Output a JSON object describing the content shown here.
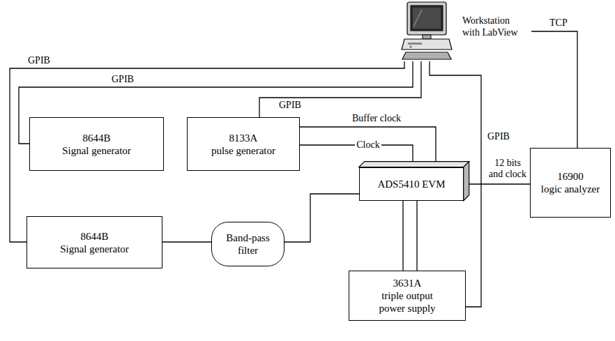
{
  "diagram": {
    "nodes": [
      {
        "text": [
          "Workstation with LabView"
        ]
      },
      {
        "text": [
          "8644B",
          "Signal generator"
        ]
      },
      {
        "text": [
          "8133A",
          "pulse generator"
        ]
      },
      {
        "text": [
          "ADS5410 EVM"
        ]
      },
      {
        "text": [
          "16900",
          "logic analyzer"
        ]
      },
      {
        "text": [
          "8644B",
          "Signal generator"
        ]
      },
      {
        "text": [
          "Band-pass filter"
        ]
      },
      {
        "text": [
          "3631A",
          "triple output power supply"
        ]
      }
    ],
    "edges": [
      {
        "from": 0,
        "to": 5,
        "arrow": "none",
        "label": "GPIB"
      },
      {
        "from": 0,
        "to": 1,
        "arrow": "none",
        "label": "GPIB"
      },
      {
        "from": 0,
        "to": 2,
        "arrow": "none",
        "label": "GPIB"
      },
      {
        "from": 0,
        "to": 7,
        "arrow": "none",
        "label": "GPIB"
      },
      {
        "from": 0,
        "to": 4,
        "arrow": "none",
        "label": "TCP"
      },
      {
        "from": 2,
        "to": 3,
        "arrow": "none",
        "label": "Buffer clock"
      },
      {
        "from": 2,
        "to": 3,
        "arrow": "none",
        "label": "Clock"
      },
      {
        "from": 5,
        "to": 6,
        "arrow": "none"
      },
      {
        "from": 6,
        "to": 3,
        "arrow": "none"
      },
      {
        "from": 3,
        "to": 4,
        "arrow": "none",
        "label": "12 bits and clock"
      },
      {
        "from": 3,
        "to": 7,
        "arrow": "none"
      },
      {
        "from": 3,
        "to": 7,
        "arrow": "none"
      }
    ]
  }
}
